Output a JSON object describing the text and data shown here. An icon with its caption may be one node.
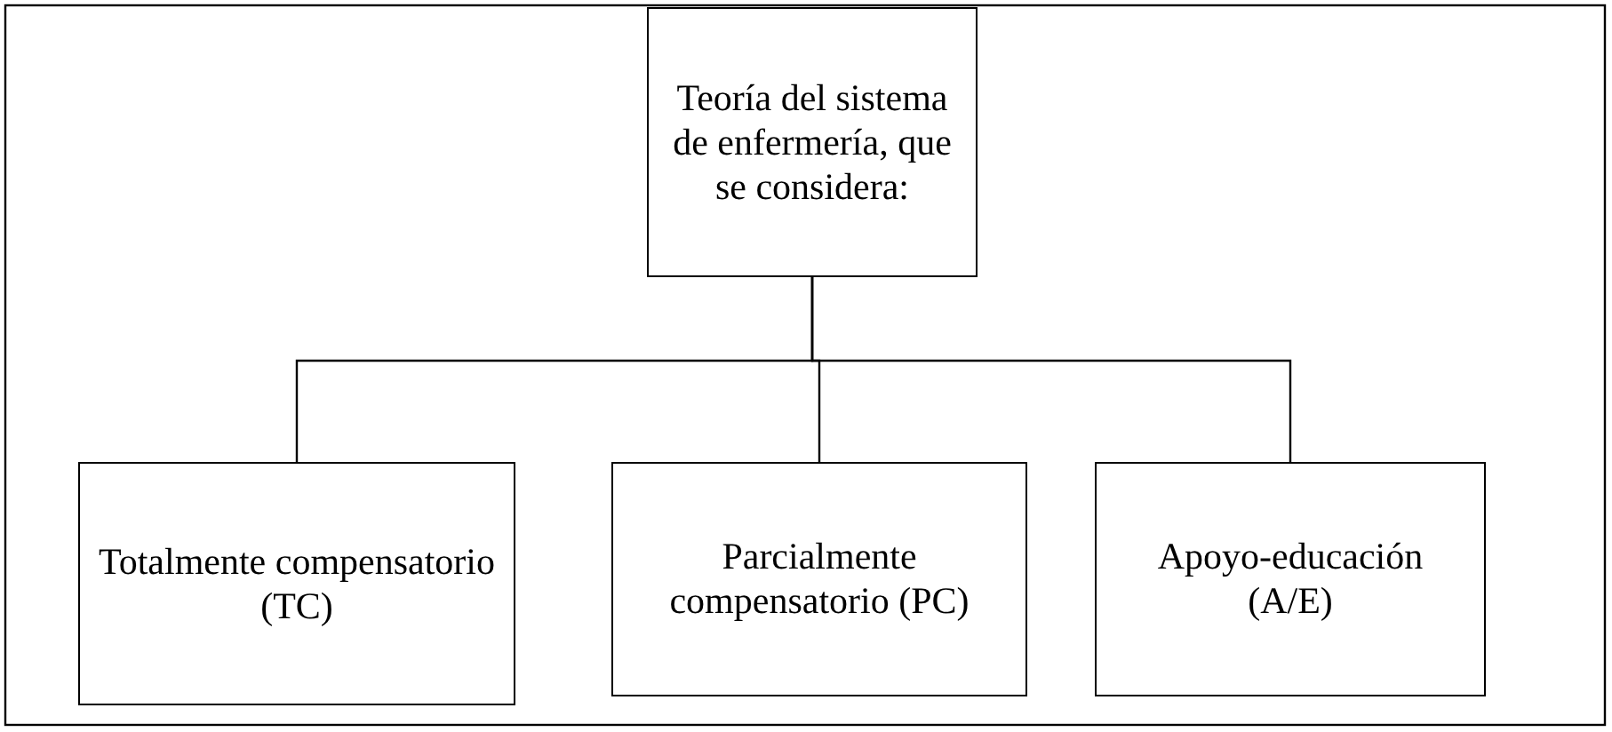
{
  "diagram": {
    "nodes": [
      {
        "text": [
          "Teoría del sistema de enfermería, que se considera:"
        ]
      },
      {
        "text": [
          "Totalmente compensatorio (TC)"
        ]
      },
      {
        "text": [
          "Parcialmente compensatorio (PC)"
        ]
      },
      {
        "text": [
          "Apoyo-educación (A/E)"
        ]
      }
    ],
    "edges": [
      {
        "from": 0,
        "to": 1,
        "arrow": "none"
      },
      {
        "from": 0,
        "to": 2,
        "arrow": "none"
      },
      {
        "from": 0,
        "to": 3,
        "arrow": "none"
      }
    ]
  }
}
